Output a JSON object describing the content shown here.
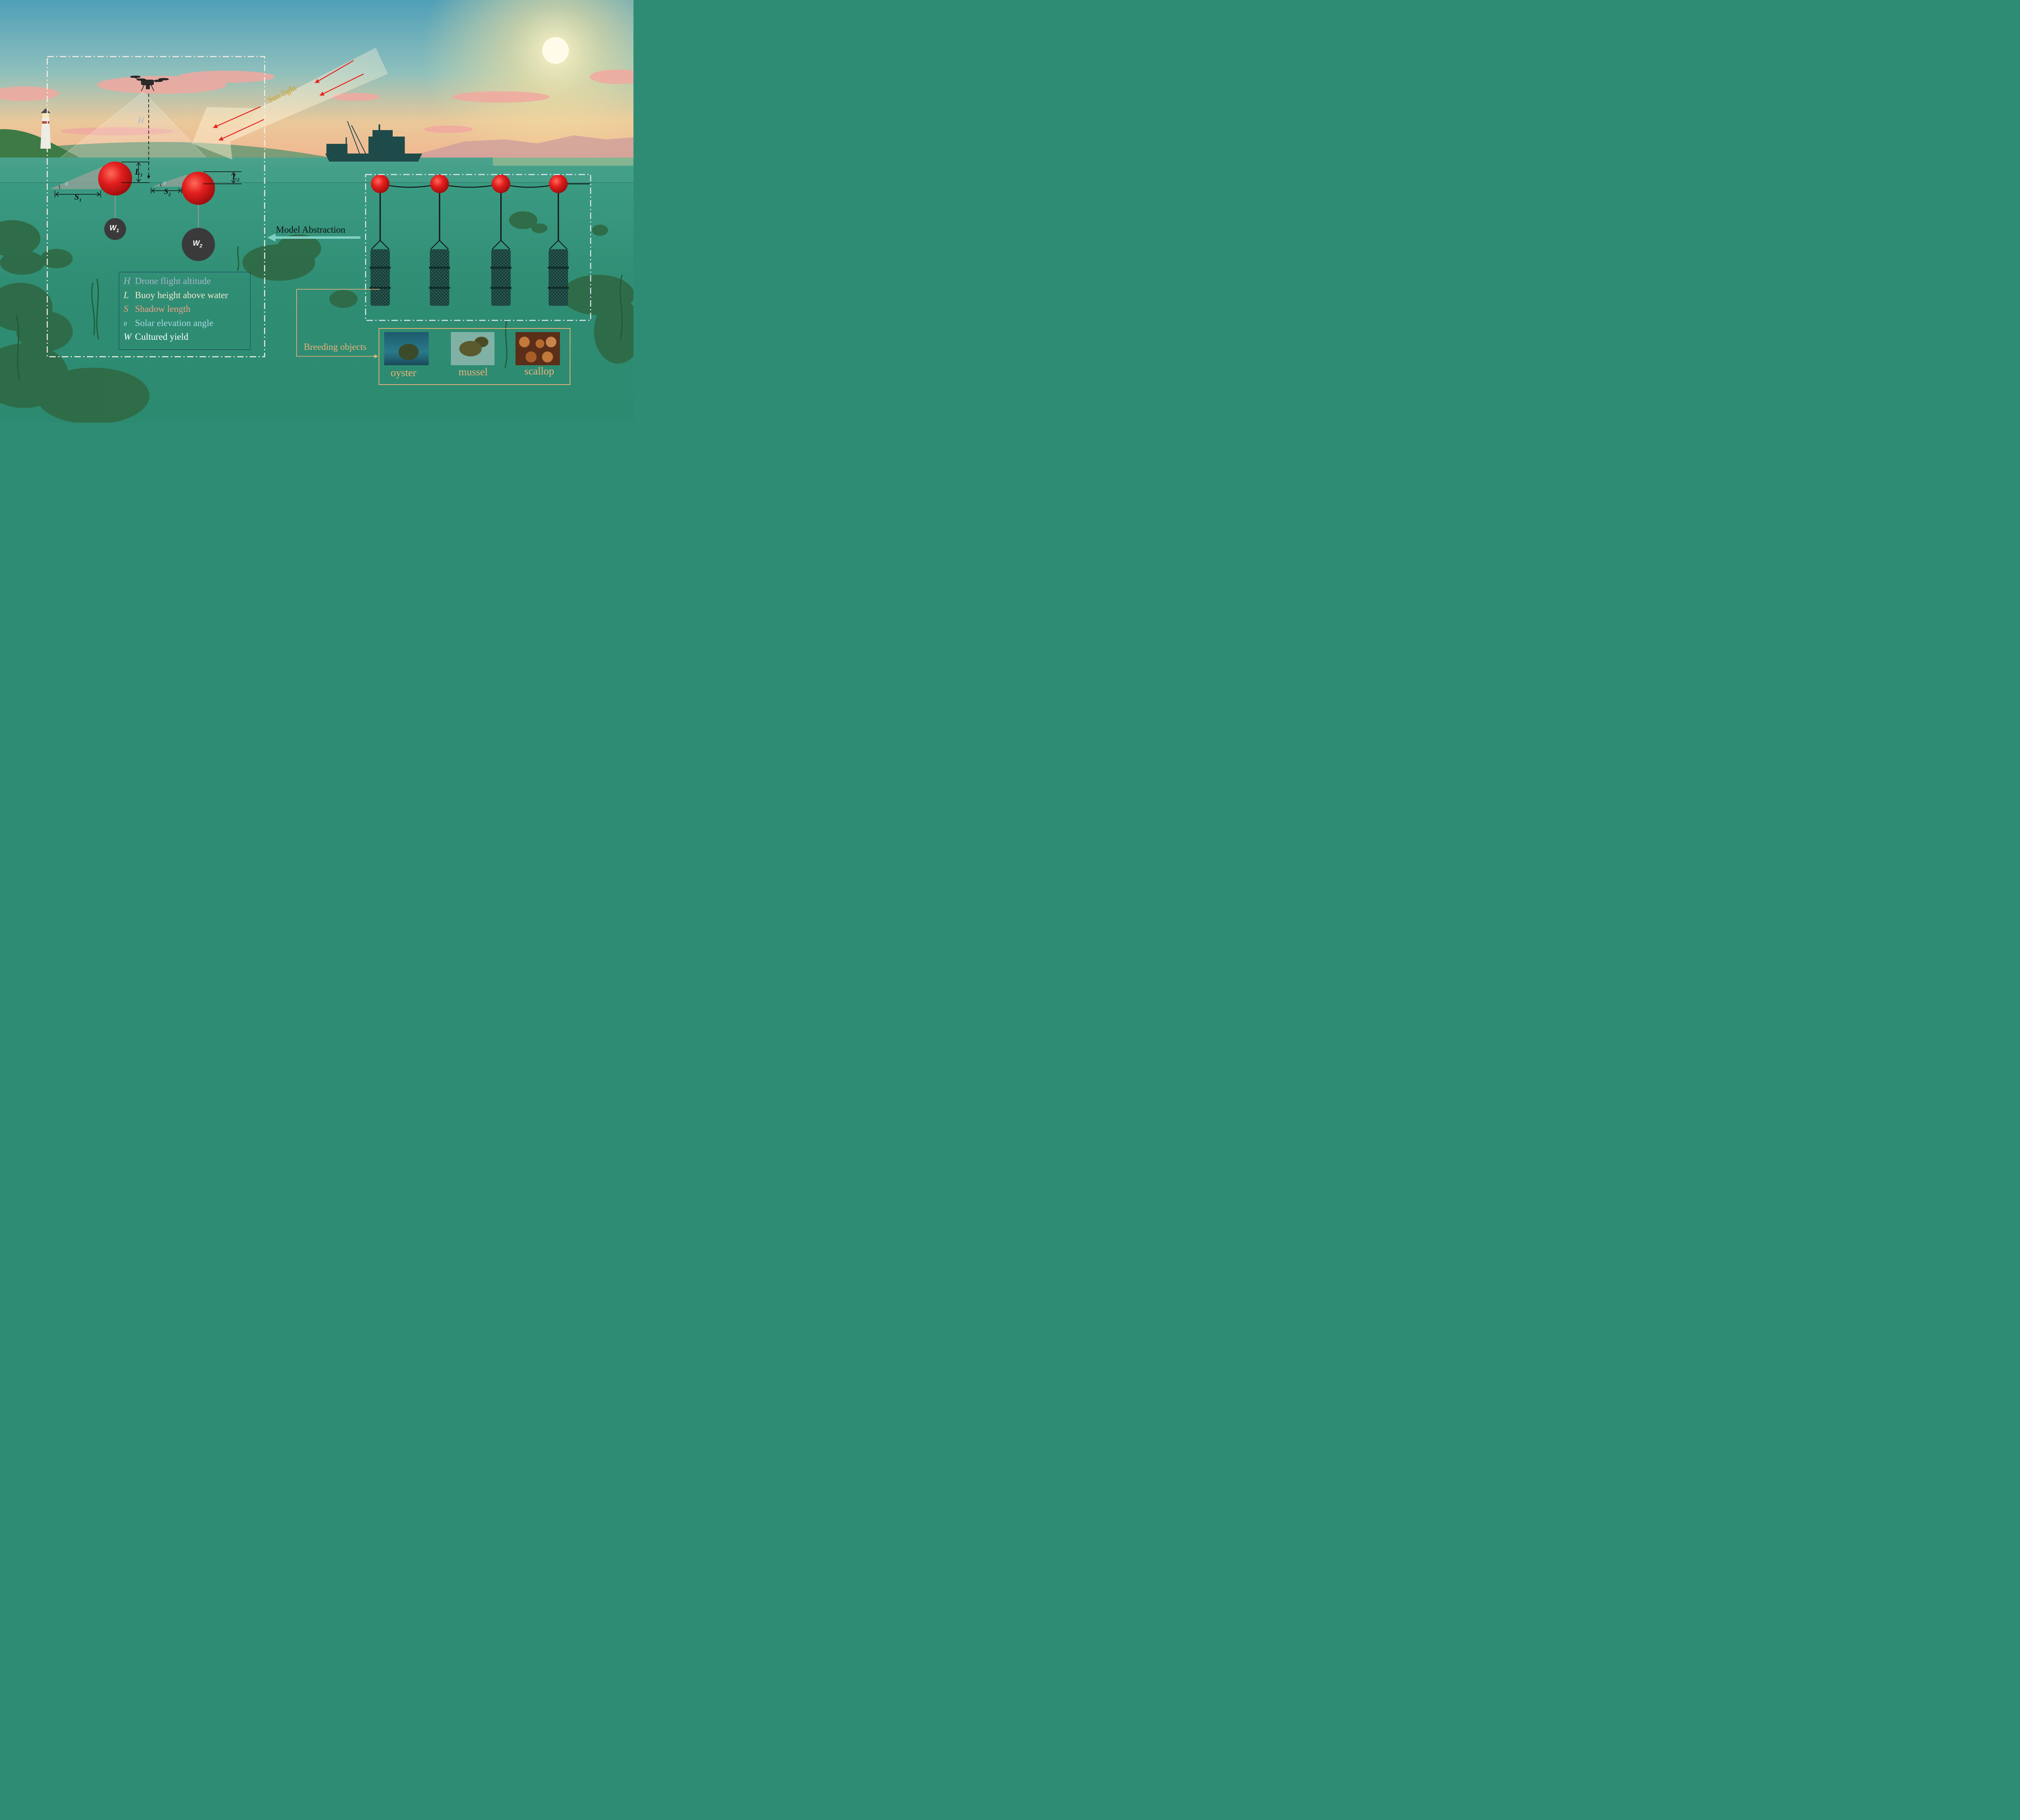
{
  "sun_light_label": "Sun light",
  "model_abstraction_label": "Model Abstraction",
  "breeding_objects_label": "Breeding objects",
  "diagram_labels": {
    "H": "H",
    "L1": "L",
    "L1_sub": "1",
    "L2": "L",
    "L2_sub": "2",
    "S1": "S",
    "S1_sub": "1",
    "S2": "S",
    "S2_sub": "2",
    "theta1": "θ",
    "theta2": "θ",
    "W1": "W",
    "W1_sub": "1",
    "W2": "W",
    "W2_sub": "2"
  },
  "legend": [
    {
      "symbol": "H",
      "text": "Drone flight altitude",
      "color": "#a9b8cc"
    },
    {
      "symbol": "L",
      "text": "Buoy height above water",
      "color": "#f4ead2"
    },
    {
      "symbol": "S",
      "text": "Shadow length",
      "color": "#f0a08a"
    },
    {
      "symbol": "θ",
      "text": "Solar elevation angle",
      "color": "#a8d8e4"
    },
    {
      "symbol": "W",
      "text": "Cultured yield",
      "color": "#ffffff"
    }
  ],
  "breeding_objects": [
    {
      "name": "oyster"
    },
    {
      "name": "mussel"
    },
    {
      "name": "scallop"
    }
  ],
  "colors": {
    "buoy_red": "#e01a1a",
    "sun_arrow_red": "#e8211c",
    "callout_orange": "#f0b27a",
    "abstraction_box": "#dbe6f2",
    "weight_dark": "#3a3a3a"
  }
}
